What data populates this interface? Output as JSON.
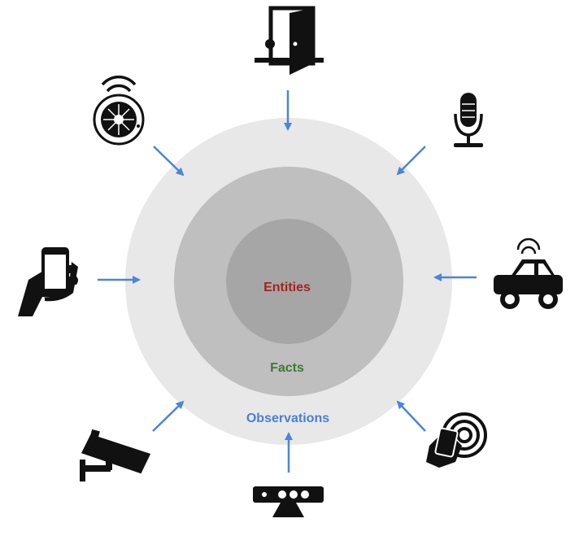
{
  "diagram": {
    "layers": {
      "inner": {
        "label": "Entities",
        "label_color": "#a4241f",
        "fill": "#a6a6a6"
      },
      "middle": {
        "label": "Facts",
        "label_color": "#3f7a33",
        "fill": "#bfbfbf"
      },
      "outer": {
        "label": "Observations",
        "label_color": "#4a7fd4",
        "fill": "#e8e8e8"
      }
    },
    "arrow_color": "#4a86d8",
    "sensors": [
      {
        "name": "door-sensor",
        "icon": "door-icon"
      },
      {
        "name": "microphone",
        "icon": "microphone-icon"
      },
      {
        "name": "connected-car",
        "icon": "car-icon"
      },
      {
        "name": "nfc-payment",
        "icon": "contactless-payment-icon"
      },
      {
        "name": "motion-sensor",
        "icon": "kinect-sensor-icon"
      },
      {
        "name": "security-camera",
        "icon": "cctv-camera-icon"
      },
      {
        "name": "smartphone",
        "icon": "smartphone-in-hand-icon"
      },
      {
        "name": "smart-thermostat",
        "icon": "smart-thermostat-icon"
      }
    ]
  }
}
